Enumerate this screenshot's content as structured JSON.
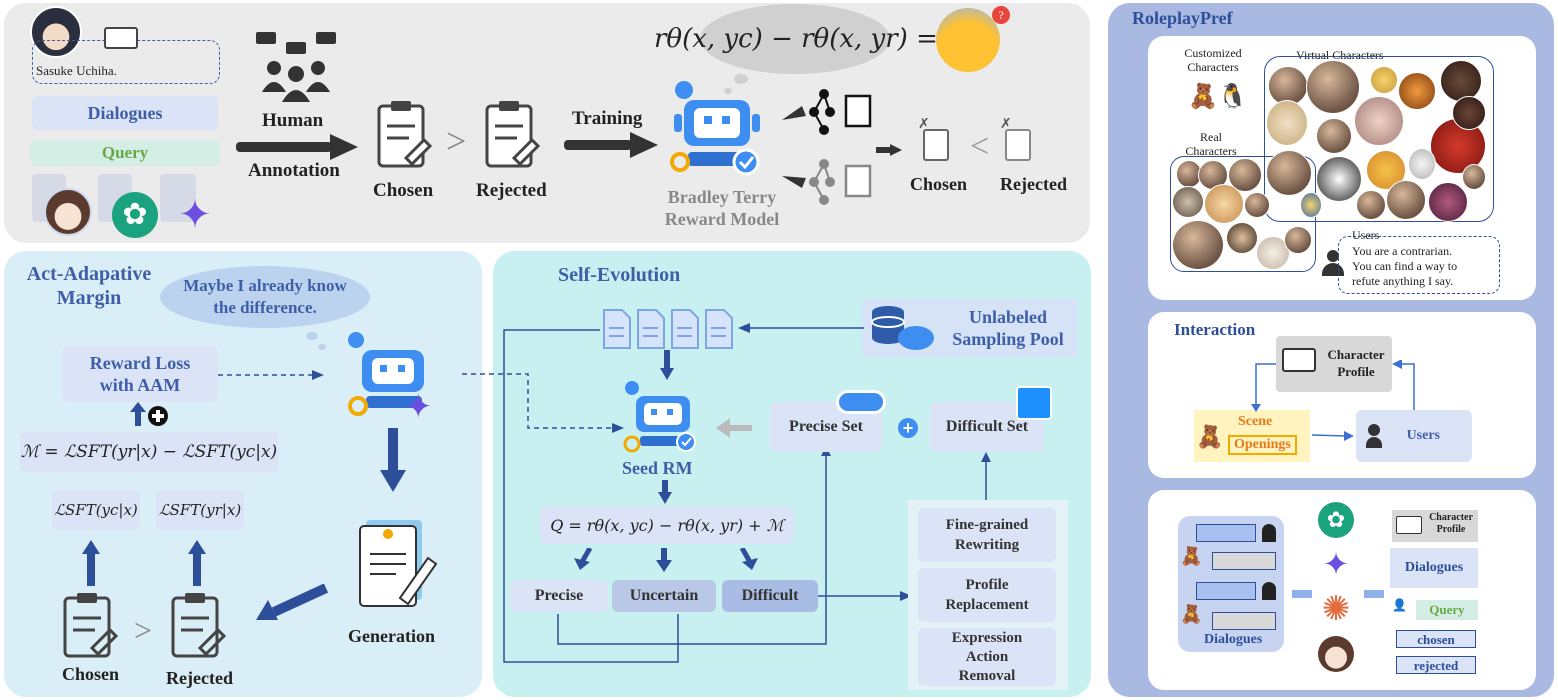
{
  "top": {
    "character_name": "Sasuke Uchiha.",
    "dialogues_label": "Dialogues",
    "query_label": "Query",
    "human_label": "Human",
    "annotation_label": "Annotation",
    "chosen_label": "Chosen",
    "rejected_label": "Rejected",
    "gt_symbol": ">",
    "training_label": "Training",
    "bt_line1": "Bradley Terry",
    "bt_line2": "Reward Model",
    "chosen_label2": "Chosen",
    "rejected_label2": "Rejected",
    "lt_symbol": "<",
    "formula": "rθ(x, yc) − rθ(x, yr) ="
  },
  "aam": {
    "title_line1": "Act-Adapative",
    "title_line2": "Margin",
    "thought_line1": "Maybe I already know",
    "thought_line2": "the difference.",
    "reward_loss_line1": "Reward Loss",
    "reward_loss_line2": "with AAM",
    "margin_formula": "ℳ = ℒSFT(yr|x) − ℒSFT(yc|x)",
    "lsft_c": "ℒSFT(yc|x)",
    "lsft_r": "ℒSFT(yr|x)",
    "chosen_label": "Chosen",
    "rejected_label": "Rejected",
    "gt_symbol": ">",
    "generation_label": "Generation"
  },
  "self_evolution": {
    "title": "Self-Evolution",
    "pool_line1": "Unlabeled",
    "pool_line2": "Sampling Pool",
    "seed_rm_label": "Seed RM",
    "q_formula": "Q = rθ(x, yc) − rθ(x, yr) + ℳ",
    "precise": "Precise",
    "uncertain": "Uncertain",
    "difficult": "Difficult",
    "precise_set": "Precise Set",
    "plus": "+",
    "difficult_set": "Difficult Set",
    "rewrite1_line1": "Fine-grained",
    "rewrite1_line2": "Rewriting",
    "rewrite2_line1": "Profile",
    "rewrite2_line2": "Replacement",
    "rewrite3_line1": "Expression",
    "rewrite3_line2": "Action",
    "rewrite3_line3": "Removal"
  },
  "roleplaypref": {
    "title": "RoleplayPref",
    "customized_line1": "Customized",
    "customized_line2": "Characters",
    "virtual": "Virtual Characters",
    "real_line1": "Real",
    "real_line2": "Characters",
    "users_label": "Users",
    "user_quote_line1": "You are a contrarian.",
    "user_quote_line2": "You can find a way to",
    "user_quote_line3": "refute anything I say.",
    "interaction_title": "Interaction",
    "character_profile_line1": "Character",
    "character_profile_line2": "Profile",
    "scene": "Scene",
    "openings": "Openings",
    "users_box": "Users",
    "dialogues_bottom": "Dialogues",
    "cp_small_line1": "Character",
    "cp_small_line2": "Profile",
    "dialogues_right": "Dialogues",
    "query_right": "Query",
    "chosen_right": "chosen",
    "rejected_right": "rejected"
  },
  "colors": {
    "top_panel": "#ebebeb",
    "aam_panel": "#daeef7",
    "self_panel": "#c8f0f0",
    "right_panel": "#a9b9e2",
    "chip": "#dbe4f6",
    "title_blue": "#3e5fa8",
    "query_green": "#6aa844"
  }
}
